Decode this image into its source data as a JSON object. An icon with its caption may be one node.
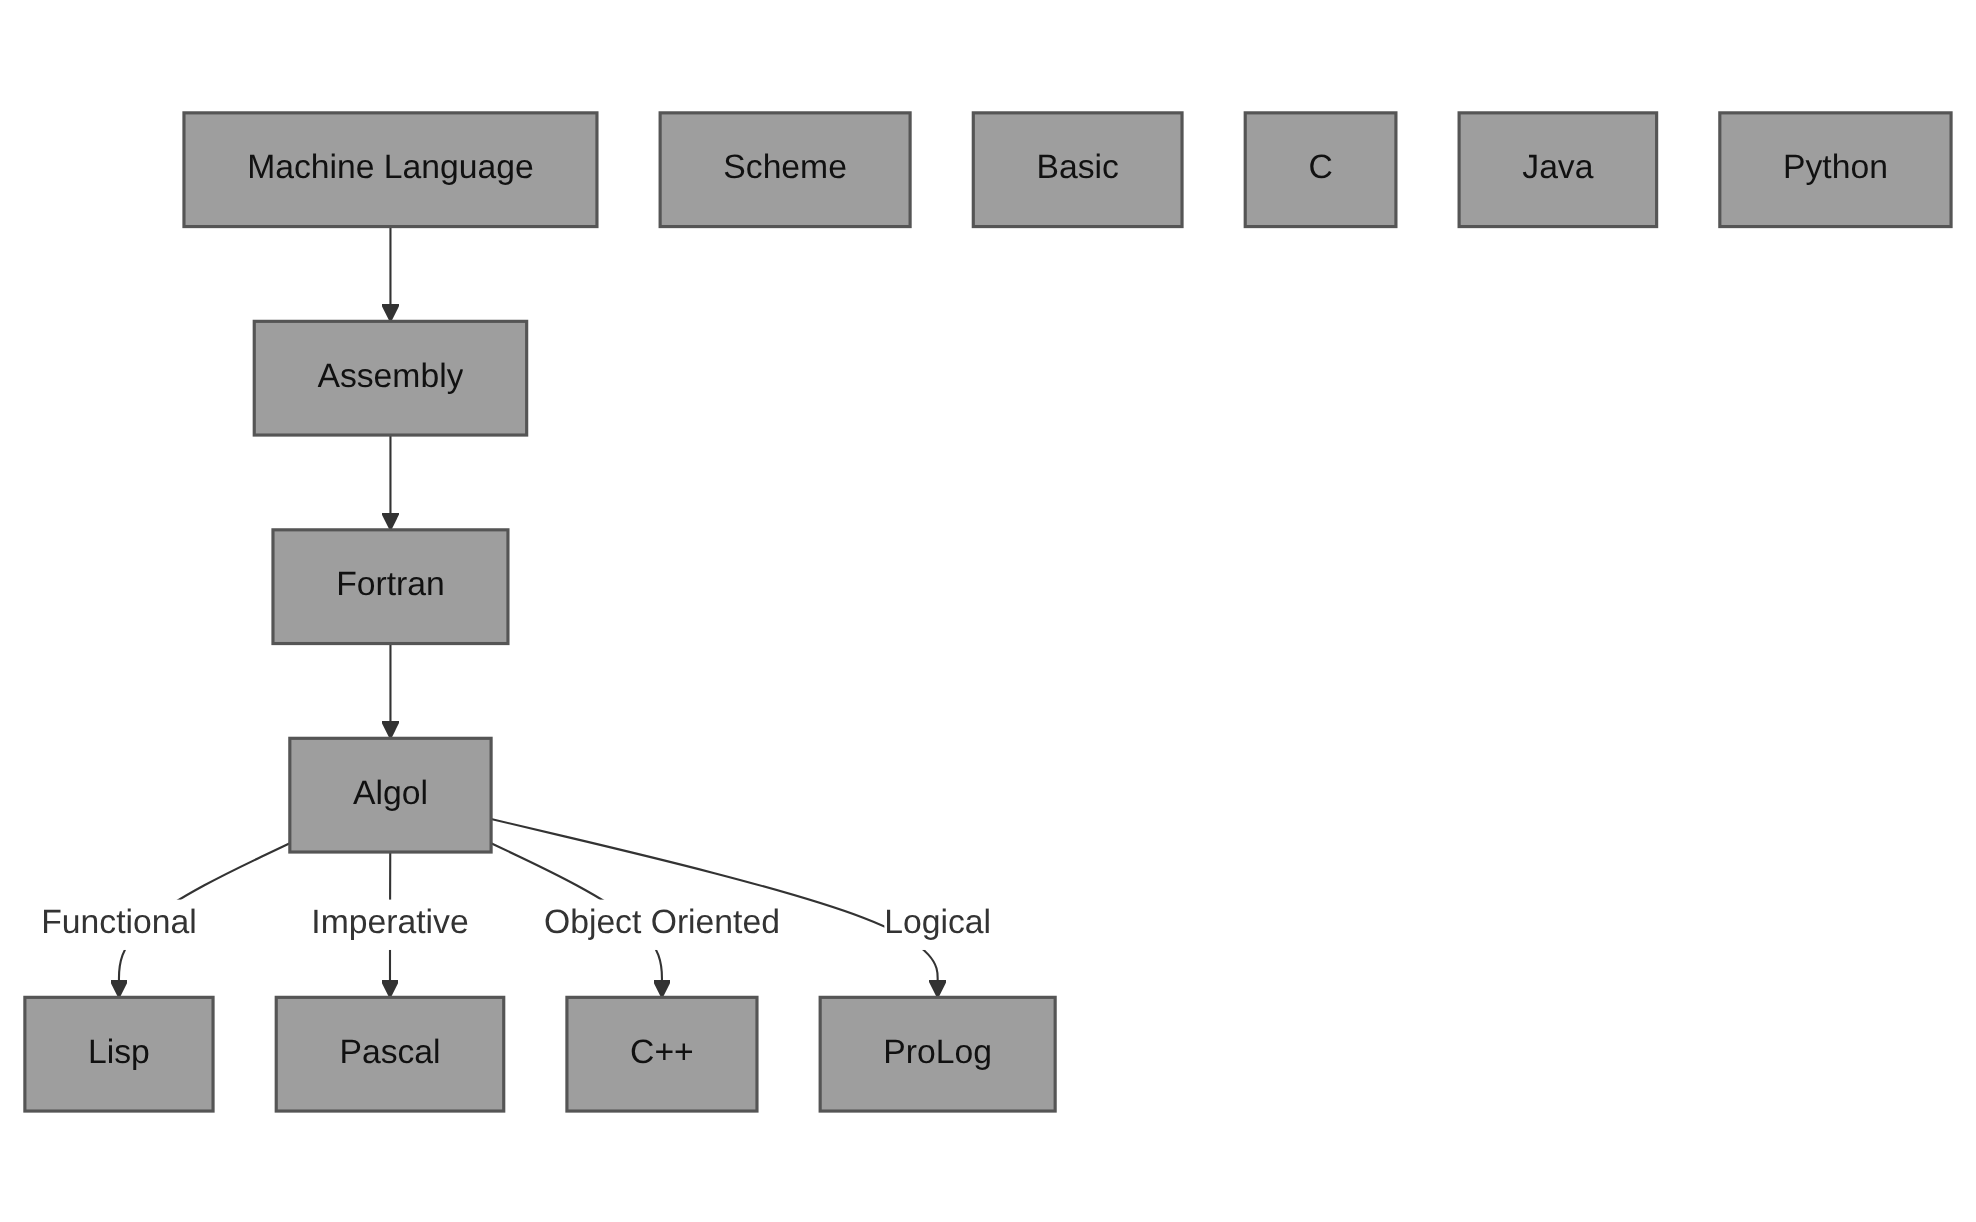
{
  "diagram": {
    "nodes": [
      {
        "text": [
          "Machine Language"
        ]
      },
      {
        "text": [
          "Assembly"
        ]
      },
      {
        "text": [
          "Fortran"
        ]
      },
      {
        "text": [
          "Algol"
        ]
      },
      {
        "text": [
          "Lisp"
        ]
      },
      {
        "text": [
          "Scheme"
        ]
      },
      {
        "text": [
          "Pascal"
        ]
      },
      {
        "text": [
          "Basic"
        ]
      },
      {
        "text": [
          "C"
        ]
      },
      {
        "text": [
          "C++"
        ]
      },
      {
        "text": [
          "Java"
        ]
      },
      {
        "text": [
          "Python"
        ]
      },
      {
        "text": [
          "ProLog"
        ]
      }
    ],
    "edges": [
      {
        "from": 0,
        "to": 1,
        "arrow": "to"
      },
      {
        "from": 1,
        "to": 2,
        "arrow": "to"
      },
      {
        "from": 2,
        "to": 3,
        "arrow": "to"
      },
      {
        "from": 3,
        "to": 4,
        "label": "Functional",
        "arrow": "to"
      },
      {
        "from": 3,
        "to": 6,
        "label": "Imperative",
        "arrow": "to"
      },
      {
        "from": 3,
        "to": 9,
        "label": "Object Oriented",
        "arrow": "to"
      },
      {
        "from": 3,
        "to": 12,
        "label": "Logical",
        "arrow": "to"
      }
    ]
  }
}
